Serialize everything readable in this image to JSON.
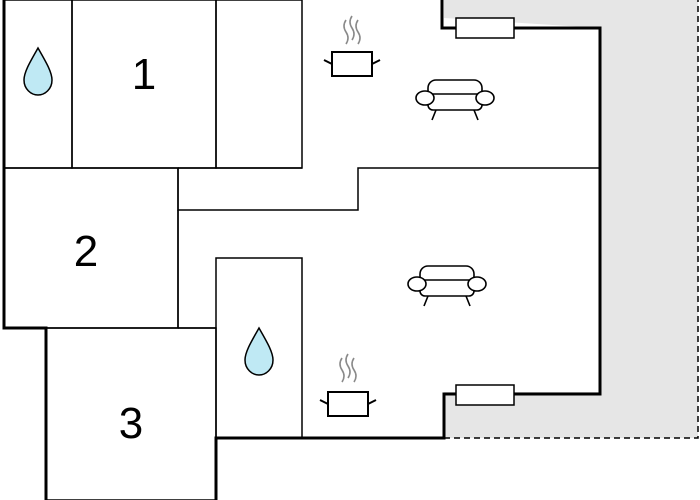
{
  "colors": {
    "wall": "#000000",
    "water": "#bfe9f4",
    "terrace": "#e6e6e6",
    "steam": "#8a8a8a"
  },
  "rooms": [
    {
      "label": "1"
    },
    {
      "label": "2"
    },
    {
      "label": "3"
    }
  ],
  "icons": {
    "water": "water-drop-icon",
    "kitchen": "cooking-pot-icon",
    "living": "sofa-icon",
    "window": "window-icon"
  },
  "areas": {
    "terrace": "terrace"
  }
}
